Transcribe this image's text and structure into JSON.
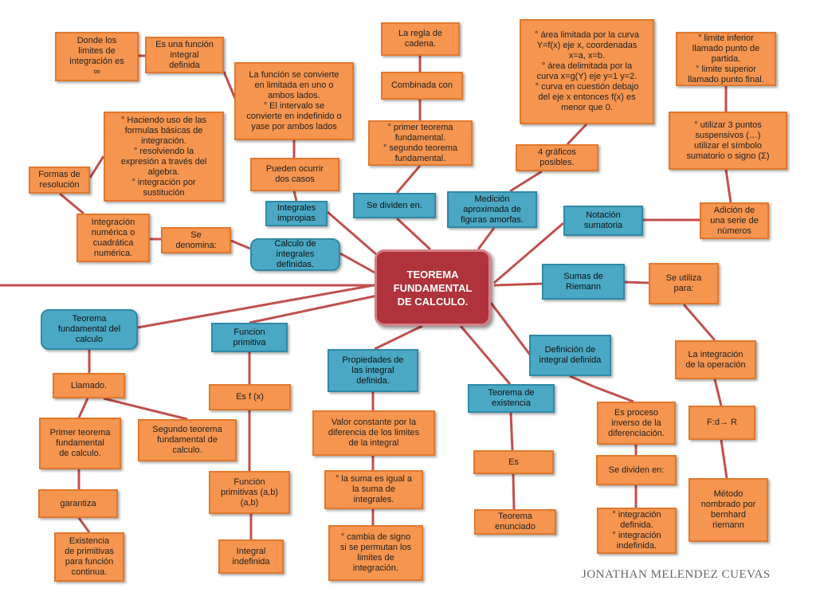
{
  "center": "TEOREMA\nFUNDAMENTAL\nDE CALCULO.",
  "nodes": {
    "donde_limites": "Donde los\nlimites de\nintegración es\n∞",
    "funcion_integral_definida": "Es una función\nintegral\ndefinida",
    "funcion_se_convierte": "La función se convierte\nen limitada en uno o\nambos lados.\n° El intervalo se\nconvierte en indefinido o\nyase por ambos lados",
    "pueden_ocurrir": "Pueden ocurrir\ndos casos",
    "integrales_impropias": "Integrales\nimpropias",
    "haciendo_uso": "° Haciendo uso de las\nformulas básicas de\nintegración.\n° resolviendo la\nexpresión a través del\nalgebra.\n° integración por\nsustitución",
    "formas_resolucion": "Formas de\nresolución",
    "integracion_numerica": "Integración\nnumérica o\ncuadrática\nnumérica.",
    "se_denomina": "Se\ndenomina:",
    "calculo_integrales_definidas": "Calculo de\nintegrales\ndefinidas.",
    "regla_cadena": "La regla de\ncadena.",
    "combinada_con": "Combinada con",
    "primer_segundo": "° primer teorema\nfundamental.\n° segundo teorema\nfundamental.",
    "se_dividen_en_1": "Se  dividen en.",
    "area_limitada": "° área limitada por la curva\nY=f(x) eje x, coordenadas\nx=a, x=b.\n°  área delimitada por la\ncurva x=g(Y) eje  y=1 y=2.\n° curva en cuestión debajo\ndel eje x entonces f(x) es\nmenor que 0.",
    "cuatro_graficos": "4 gráficos\nposibles.",
    "medicion_aproximada": "Medición\naproximada de\nfiguras amorfas.",
    "limite_inferior": "° limite inferior\nllamado punto de\npartida.\n° limite superior\nllamado punto final.",
    "utilizar_3_puntos": "° utilizar 3 puntos\nsuspensivos (…)\nutilizar el símbolo\nsumatorio o signo (Σ)",
    "adicion_serie": "Adición de\nuna serie de\nnúmeros",
    "notacion_sumatoria": "Notación\nsumatoria",
    "sumas_riemann": "Sumas de\nRiemann",
    "se_utiliza_para": "Se utiliza\npara:",
    "integracion_operacion": "La integración\nde la operación",
    "fd_r": "F:d→ R",
    "metodo_riemann": "Método\nnombrado por\nbernhard\nriemann",
    "definicion_integral": "Definición de\nintegral definida",
    "proceso_inverso": "Es proceso\ninverso de la\ndiferenciación.",
    "se_dividen_en_2": "Se dividen en:",
    "integracion_definida_indefinida": "° integración\ndefinida.\n° integración\nindefinida.",
    "teorema_existencia": "Teorema de\nexistencia",
    "es_1": "Es",
    "teorema_enunciado": "Teorema\nenunciado",
    "propiedades": "Propiedades de\nlas integral\ndefinida.",
    "valor_constante": "Valor constante por la\ndiferencia de los limites\nde la integral",
    "suma_igual": "° la suma es igual a\nla suma de\nintegrales.",
    "cambia_signo": "° cambia de signo\nsi se permutan los\nlimites de\nintegración.",
    "funcion_primitiva": "Funcion\nprimitiva",
    "es_f_x": "Es f (x)",
    "funcion_primitivas_ab": "Función\nprimitivas (a,b)\n(a,b)",
    "integral_indefinida": "Integral\nindefinida",
    "tfc": "Teorema\nfundamental del\ncalculo",
    "llamado": "Llamado.",
    "primer_teorema": "Primer teorema\nfundamental\nde calculo.",
    "segundo_teorema": "Segundo teorema\nfundamental de\ncalculo.",
    "garantiza": "garantiza",
    "existencia_primitivas": "Existencia\nde primitivas\npara función\ncontinua."
  },
  "author": "JONATHAN MELENDEZ CUEVAS",
  "colors": {
    "orange": "#f5954f",
    "blue": "#4aa8c4",
    "center": "#b0323a",
    "line": "#c0504d"
  }
}
